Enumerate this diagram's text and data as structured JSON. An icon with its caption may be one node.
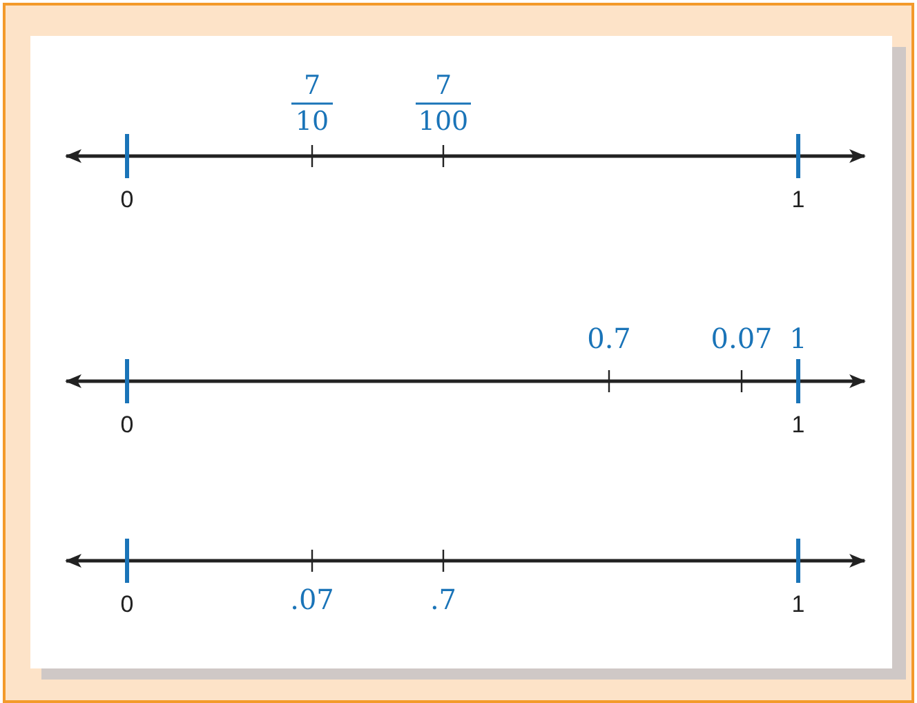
{
  "diagram": {
    "labels": [
      "7",
      "10",
      "7",
      "100",
      "0",
      "1",
      "0.7",
      "0.07",
      "1",
      "0",
      "1",
      "0",
      ".07",
      ".7",
      "1"
    ]
  }
}
